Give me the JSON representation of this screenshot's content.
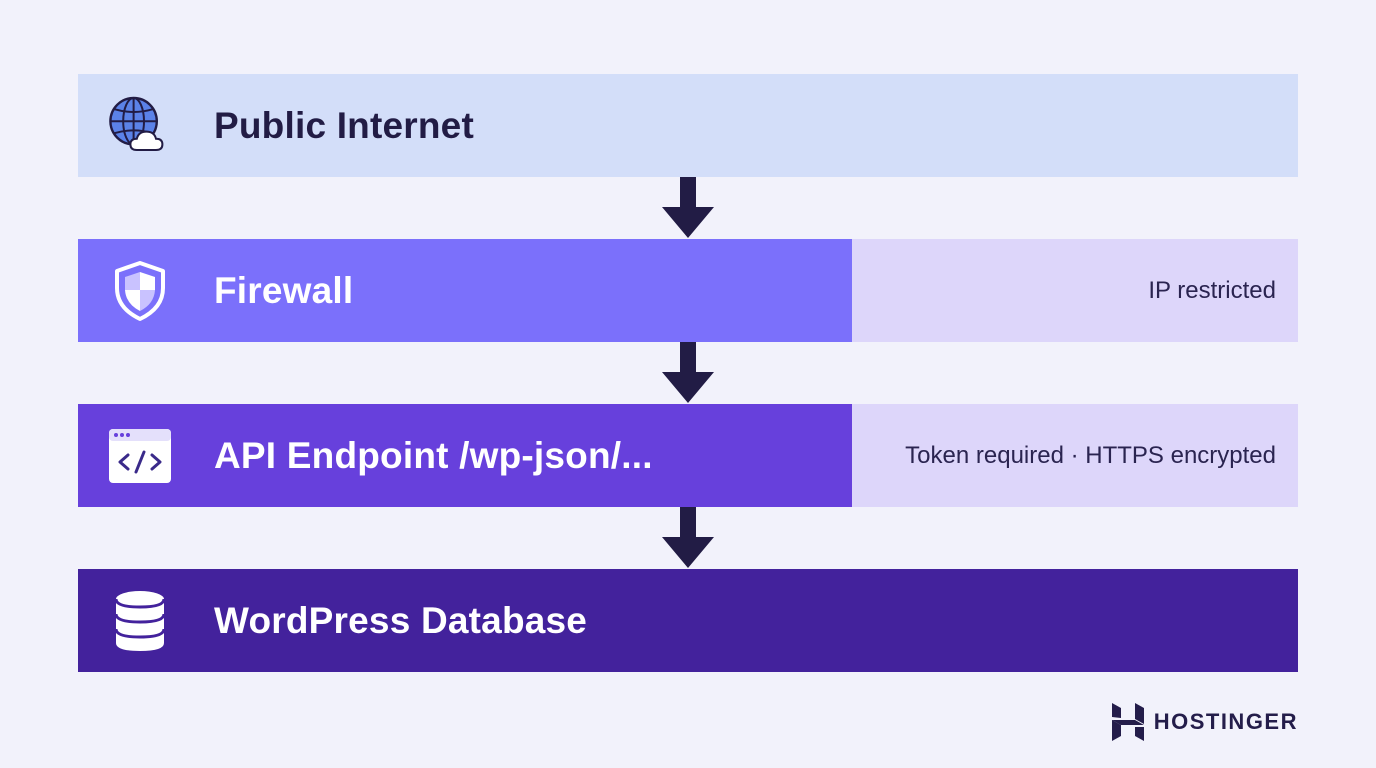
{
  "layers": [
    {
      "title": "Public Internet",
      "icon": "globe-cloud-icon",
      "note": ""
    },
    {
      "title": "Firewall",
      "icon": "shield-icon",
      "note": "IP restricted"
    },
    {
      "title": "API Endpoint /wp-json/...",
      "icon": "code-window-icon",
      "note": "Token required · HTTPS encrypted"
    },
    {
      "title": "WordPress Database",
      "icon": "database-icon",
      "note": ""
    }
  ],
  "brand": {
    "name": "HOSTINGER",
    "icon": "hostinger-logo-icon"
  },
  "colors": {
    "background": "#f2f2fb",
    "internet": "#d3def9",
    "firewall": "#7b70fb",
    "api": "#6740dc",
    "database": "#43229c",
    "note_panel": "#ddd6fa",
    "arrow": "#221c45"
  }
}
